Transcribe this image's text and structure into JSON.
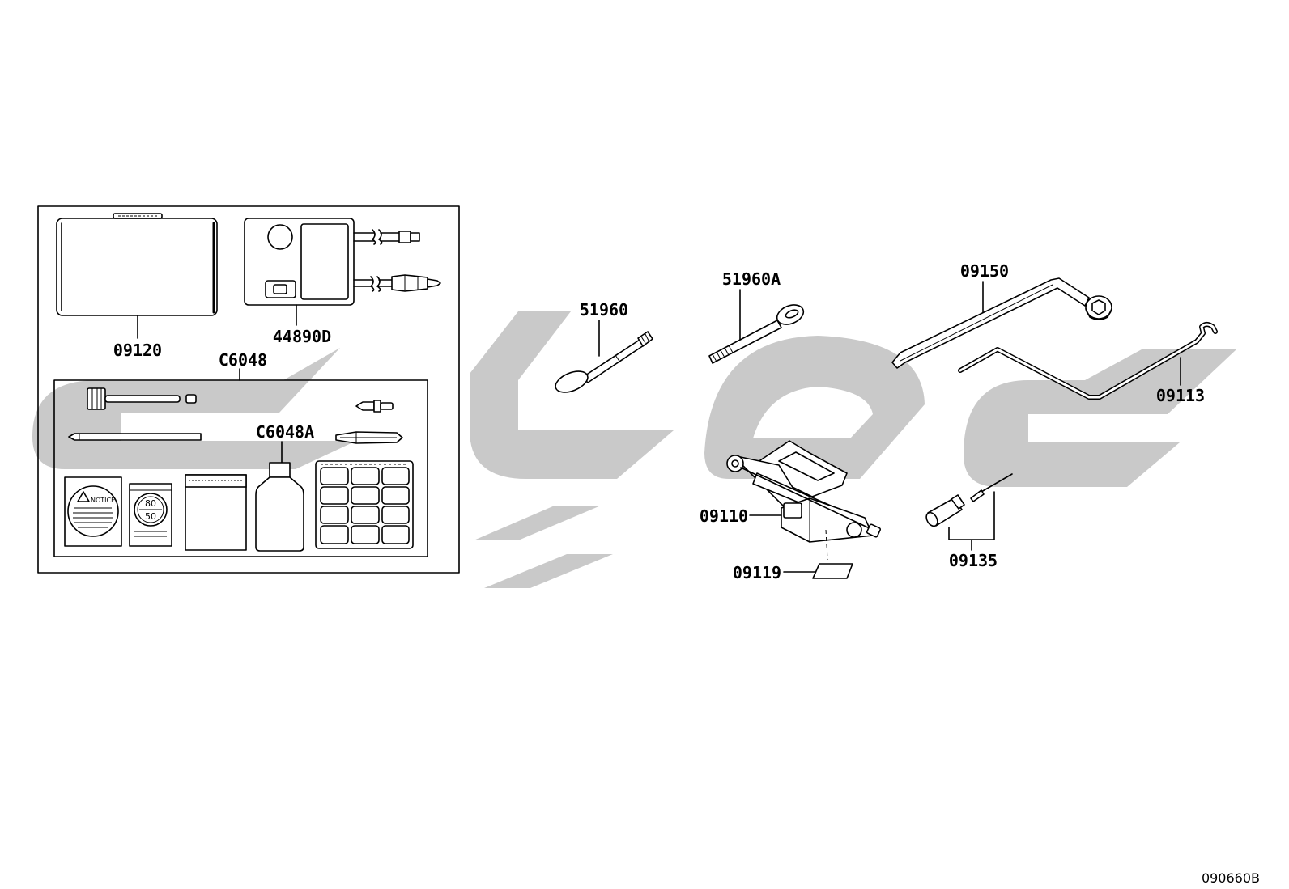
{
  "colors": {
    "line": "#000000",
    "watermark": "#c9c9c9",
    "background": "#ffffff"
  },
  "diagram": {
    "code": "090660B"
  },
  "parts": {
    "manual": "09120",
    "compressor": "44890D",
    "repair_kit": "C6048",
    "sealant_bottle": "C6048A",
    "spoon_wrench": "51960",
    "eye_bolt": "51960A",
    "lug_wrench": "09150",
    "jack_handle": "09113",
    "jack": "09110",
    "jack_label": "09119",
    "socket_set": "09135"
  },
  "stickers": {
    "warning": "NOTICE",
    "speed_top": "80",
    "speed_bottom": "50"
  }
}
